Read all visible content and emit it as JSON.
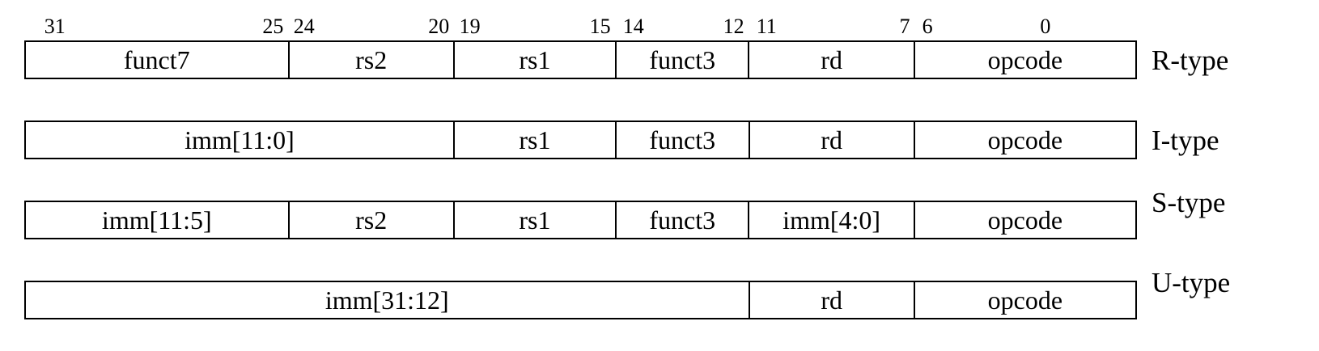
{
  "figure": {
    "description": "RISC-V instruction format bit-field diagram",
    "bit_ruler": [
      {
        "text": "31",
        "pct": 1.8,
        "align": "start"
      },
      {
        "text": "25",
        "pct": 23.3,
        "align": "end"
      },
      {
        "text": "24",
        "pct": 24.2,
        "align": "start"
      },
      {
        "text": "20",
        "pct": 38.2,
        "align": "end"
      },
      {
        "text": "19",
        "pct": 39.1,
        "align": "start"
      },
      {
        "text": "15",
        "pct": 52.7,
        "align": "end"
      },
      {
        "text": "14",
        "pct": 53.8,
        "align": "start"
      },
      {
        "text": "12",
        "pct": 64.7,
        "align": "end"
      },
      {
        "text": "11",
        "pct": 65.8,
        "align": "start"
      },
      {
        "text": "7",
        "pct": 79.6,
        "align": "end"
      },
      {
        "text": "6",
        "pct": 80.7,
        "align": "start"
      },
      {
        "text": "0",
        "pct": 91.3,
        "align": "start"
      }
    ],
    "rows": [
      {
        "type": "R-type",
        "fields": [
          {
            "label": "funct7",
            "pct": 23.6
          },
          {
            "label": "rs2",
            "pct": 14.9
          },
          {
            "label": "rs1",
            "pct": 14.6
          },
          {
            "label": "funct3",
            "pct": 12.0
          },
          {
            "label": "rd",
            "pct": 14.9
          },
          {
            "label": "opcode",
            "pct": 20.0
          }
        ]
      },
      {
        "type": "I-type",
        "fields": [
          {
            "label": "imm[11:0]",
            "pct": 38.5
          },
          {
            "label": "rs1",
            "pct": 14.6
          },
          {
            "label": "funct3",
            "pct": 12.0
          },
          {
            "label": "rd",
            "pct": 14.9
          },
          {
            "label": "opcode",
            "pct": 20.0
          }
        ]
      },
      {
        "type": "S-type",
        "fields": [
          {
            "label": "imm[11:5]",
            "pct": 23.6
          },
          {
            "label": "rs2",
            "pct": 14.9
          },
          {
            "label": "rs1",
            "pct": 14.6
          },
          {
            "label": "funct3",
            "pct": 12.0
          },
          {
            "label": "imm[4:0]",
            "pct": 14.9
          },
          {
            "label": "opcode",
            "pct": 20.0
          }
        ]
      },
      {
        "type": "U-type",
        "fields": [
          {
            "label": "imm[31:12]",
            "pct": 65.1
          },
          {
            "label": "rd",
            "pct": 14.9
          },
          {
            "label": "opcode",
            "pct": 20.0
          }
        ]
      }
    ]
  }
}
